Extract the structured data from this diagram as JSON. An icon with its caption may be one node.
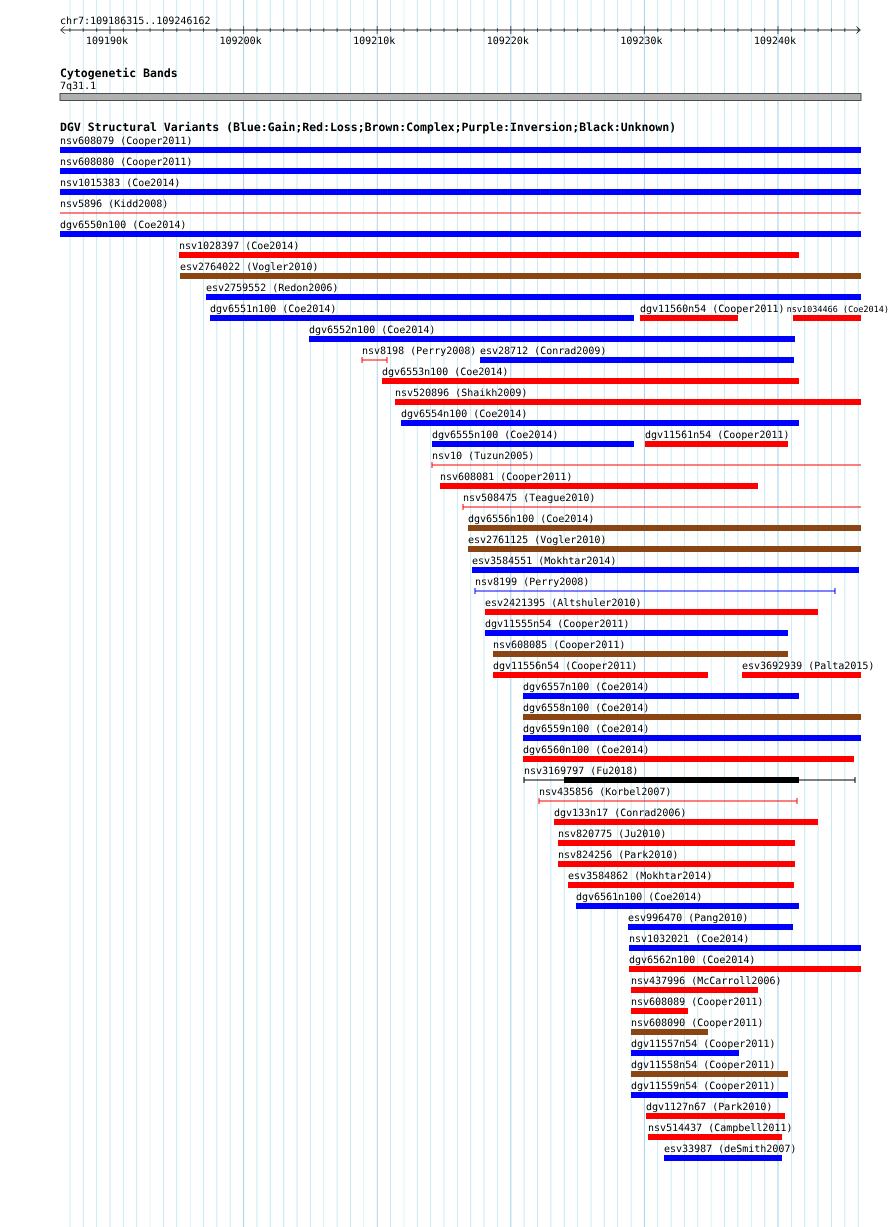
{
  "diagram": {
    "nodes": [
      {
        "text": [
          "7q31.1"
        ]
      },
      {
        "text": [
          "nsv608079 (Cooper2011)"
        ]
      },
      {
        "text": [
          "nsv608080 (Cooper2011)"
        ]
      },
      {
        "text": [
          "nsv1015383 (Coe2014)"
        ]
      },
      {
        "text": [
          "nsv5896 (Kidd2008)"
        ]
      },
      {
        "text": [
          "dgv6550n100 (Coe2014)"
        ]
      },
      {
        "text": [
          "nsv1028397 (Coe2014)"
        ]
      },
      {
        "text": [
          "esv2764022 (Vogler2010)"
        ]
      },
      {
        "text": [
          "esv2759552 (Redon2006)"
        ]
      },
      {
        "text": [
          "dgv6551n100 (Coe2014)"
        ]
      },
      {
        "text": [
          "dgv11560n54 (Cooper2011)"
        ]
      },
      {
        "text": [
          "nsv1034466 (Coe2014)"
        ]
      },
      {
        "text": [
          "dgv6552n100 (Coe2014)"
        ]
      },
      {
        "text": [
          "nsv8198 (Perry2008)"
        ]
      },
      {
        "text": [
          "esv28712 (Conrad2009)"
        ]
      },
      {
        "text": [
          "dgv6553n100 (Coe2014)"
        ]
      },
      {
        "text": [
          "nsv520896 (Shaikh2009)"
        ]
      },
      {
        "text": [
          "dgv6554n100 (Coe2014)"
        ]
      },
      {
        "text": [
          "dgv6555n100 (Coe2014)"
        ]
      },
      {
        "text": [
          "dgv11561n54 (Cooper2011)"
        ]
      },
      {
        "text": [
          "nsv10 (Tuzun2005)"
        ]
      },
      {
        "text": [
          "nsv608081 (Cooper2011)"
        ]
      },
      {
        "text": [
          "nsv508475 (Teague2010)"
        ]
      },
      {
        "text": [
          "dgv6556n100 (Coe2014)"
        ]
      },
      {
        "text": [
          "esv2761125 (Vogler2010)"
        ]
      },
      {
        "text": [
          "esv3584551 (Mokhtar2014)"
        ]
      },
      {
        "text": [
          "nsv8199 (Perry2008)"
        ]
      },
      {
        "text": [
          "esv2421395 (Altshuler2010)"
        ]
      },
      {
        "text": [
          "dgv11555n54 (Cooper2011)"
        ]
      },
      {
        "text": [
          "nsv608085 (Cooper2011)"
        ]
      },
      {
        "text": [
          "dgv11556n54 (Cooper2011)"
        ]
      },
      {
        "text": [
          "esv3692939 (Palta2015)"
        ]
      },
      {
        "text": [
          "dgv6557n100 (Coe2014)"
        ]
      },
      {
        "text": [
          "dgv6558n100 (Coe2014)"
        ]
      },
      {
        "text": [
          "dgv6559n100 (Coe2014)"
        ]
      },
      {
        "text": [
          "dgv6560n100 (Coe2014)"
        ]
      },
      {
        "text": [
          "nsv3169797 (Fu2018)"
        ]
      },
      {
        "text": [
          "nsv435856 (Korbel2007)"
        ]
      },
      {
        "text": [
          "dgv133n17 (Conrad2006)"
        ]
      },
      {
        "text": [
          "nsv820775 (Ju2010)"
        ]
      },
      {
        "text": [
          "nsv824256 (Park2010)"
        ]
      },
      {
        "text": [
          "esv3584862 (Mokhtar2014)"
        ]
      },
      {
        "text": [
          "dgv6561n100 (Coe2014)"
        ]
      },
      {
        "text": [
          "esv996470 (Pang2010)"
        ]
      },
      {
        "text": [
          "nsv1032021 (Coe2014)"
        ]
      },
      {
        "text": [
          "dgv6562n100 (Coe2014)"
        ]
      },
      {
        "text": [
          "nsv437996 (McCarroll2006)"
        ]
      },
      {
        "text": [
          "nsv608089 (Cooper2011)"
        ]
      },
      {
        "text": [
          "nsv608090 (Cooper2011)"
        ]
      },
      {
        "text": [
          "dgv11557n54 (Cooper2011)"
        ]
      },
      {
        "text": [
          "dgv11558n54 (Cooper2011)"
        ]
      },
      {
        "text": [
          "dgv11559n54 (Cooper2011)"
        ]
      },
      {
        "text": [
          "dgv1127n67 (Park2010)"
        ]
      },
      {
        "text": [
          "nsv514437 (Campbell2011)"
        ]
      },
      {
        "text": [
          "esv33987 (deSmith2007)"
        ]
      }
    ],
    "labels": [
      "chr7:109186315..109246162",
      "109190k",
      "109200k",
      "109210k",
      "109220k",
      "109230k",
      "109240k",
      "Cytogenetic Bands",
      "DGV Structural Variants (Blue:Gain;Red:Loss;Brown:Complex;Purple:Inversion;Black:Unknown)"
    ]
  }
}
